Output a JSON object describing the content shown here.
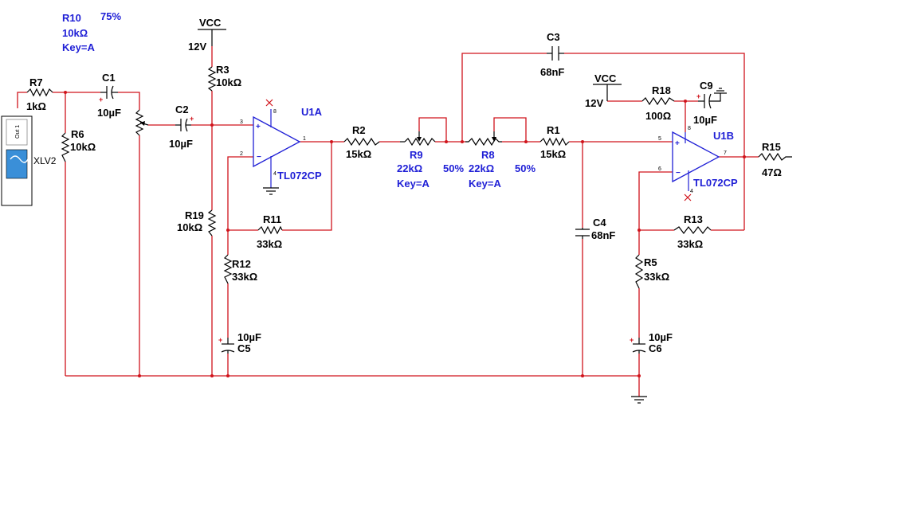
{
  "components": {
    "R10": {
      "ref": "R10",
      "value": "10kΩ",
      "key": "Key=A",
      "setting": "75%"
    },
    "R7": {
      "ref": "R7",
      "value": "1kΩ"
    },
    "R6": {
      "ref": "R6",
      "value": "10kΩ"
    },
    "C1": {
      "ref": "C1",
      "value": "10µF"
    },
    "C2": {
      "ref": "C2",
      "value": "10µF"
    },
    "R3": {
      "ref": "R3",
      "value": "10kΩ"
    },
    "R19": {
      "ref": "R19",
      "value": "10kΩ"
    },
    "R11": {
      "ref": "R11",
      "value": "33kΩ"
    },
    "R12": {
      "ref": "R12",
      "value": "33kΩ"
    },
    "C5": {
      "ref": "C5",
      "value": "10µF"
    },
    "U1A": {
      "ref": "U1A",
      "part": "TL072CP"
    },
    "R2": {
      "ref": "R2",
      "value": "15kΩ"
    },
    "R9": {
      "ref": "R9",
      "value": "22kΩ",
      "key": "Key=A",
      "setting": "50%"
    },
    "R8": {
      "ref": "R8",
      "value": "22kΩ",
      "key": "Key=A",
      "setting": "50%"
    },
    "C3": {
      "ref": "C3",
      "value": "68nF"
    },
    "R1": {
      "ref": "R1",
      "value": "15kΩ"
    },
    "C4": {
      "ref": "C4",
      "value": "68nF"
    },
    "R18": {
      "ref": "R18",
      "value": "100Ω"
    },
    "C9": {
      "ref": "C9",
      "value": "10µF"
    },
    "U1B": {
      "ref": "U1B",
      "part": "TL072CP"
    },
    "R15": {
      "ref": "R15",
      "value": "47Ω"
    },
    "R13": {
      "ref": "R13",
      "value": "33kΩ"
    },
    "R5": {
      "ref": "R5",
      "value": "33kΩ"
    },
    "C6": {
      "ref": "C6",
      "value": "10µF"
    }
  },
  "power": {
    "vcc1": {
      "name": "VCC",
      "voltage": "12V"
    },
    "vcc2": {
      "name": "VCC",
      "voltage": "12V"
    }
  },
  "instrument": {
    "name": "XLV2",
    "tag": "Out 1"
  },
  "pins": {
    "u1a_plus": "3",
    "u1a_minus": "2",
    "u1a_out": "1",
    "u1a_vcc": "8",
    "u1a_gnd": "4",
    "u1b_plus": "5",
    "u1b_minus": "6",
    "u1b_out": "7",
    "u1b_vcc": "8",
    "u1b_gnd": "4"
  },
  "colors": {
    "wire": "#d0141c",
    "label": "#1f1fd6",
    "part": "#000000"
  }
}
